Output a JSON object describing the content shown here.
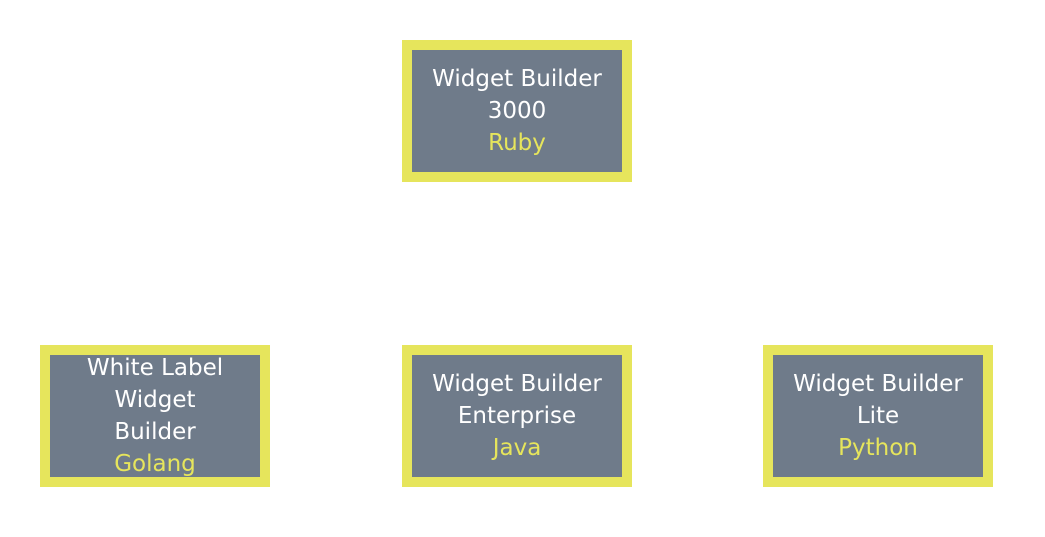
{
  "diagram": {
    "colors": {
      "box_fill": "#6f7b8a",
      "box_border": "#e6e55c",
      "name_text": "#ffffff",
      "language_text": "#e6e55c",
      "background": "#ffffff"
    },
    "nodes": {
      "root": {
        "name": "Widget Builder\n3000",
        "language": "Ruby"
      },
      "white_label": {
        "name": "White Label Widget\nBuilder",
        "language": "Golang"
      },
      "enterprise": {
        "name": "Widget Builder\nEnterprise",
        "language": "Java"
      },
      "lite": {
        "name": "Widget Builder\nLite",
        "language": "Python"
      }
    }
  }
}
